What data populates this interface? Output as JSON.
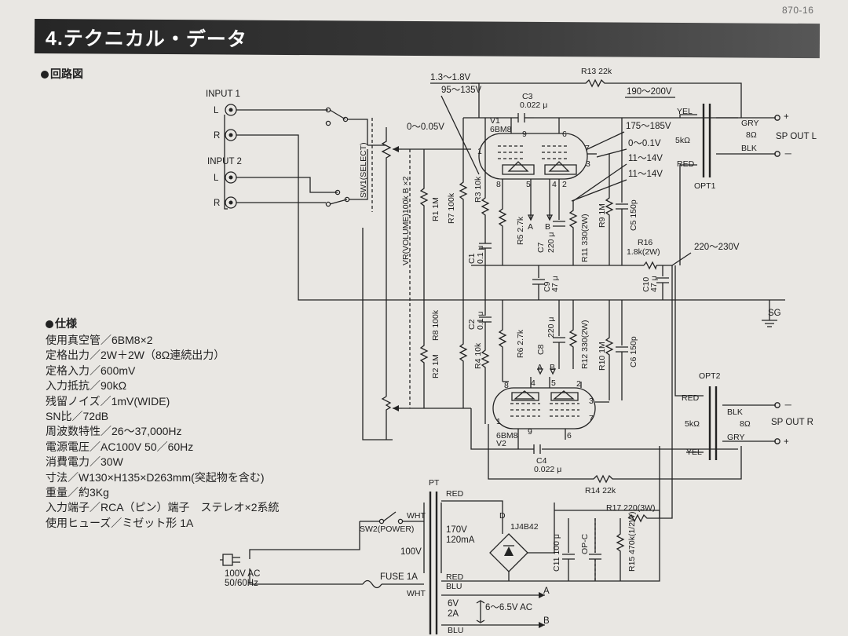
{
  "page_number": "870-16",
  "title": "4.テクニカル・データ",
  "circuit_heading": "回路図",
  "spec_heading": "仕様",
  "specs": [
    "使用真空管／6BM8×2",
    "定格出力／2W＋2W（8Ω連続出力）",
    "定格入力／600mV",
    "入力抵抗／90kΩ",
    "残留ノイズ／1mV(WIDE)",
    "SN比／72dB",
    "周波数特性／26～37,000Hz",
    "電源電圧／AC100V 50／60Hz",
    "消費電力／30W",
    "寸法／W130×H135×D263mm(突起物を含む)",
    "重量／約3Kg",
    "入力端子／RCA（ピン）端子　ステレオ×2系統",
    "使用ヒューズ／ミゼット形 1A"
  ],
  "schematic": {
    "input1": "INPUT 1",
    "input2": "INPUT 2",
    "in1_l": "L",
    "in1_r": "R",
    "in2_l": "L",
    "in2_r": "R",
    "sw1": "SW1(SELECT)",
    "vr": "VR(VOLUME)100k B ×2",
    "v_grid": "0～0.05V",
    "v_r3a": "1.3～1.8V",
    "v_r3b": "95～135V",
    "c3_name": "C3",
    "c3_val": "0.022 μ",
    "r13": "R13 22k",
    "v_top": "190～200V",
    "v1_name": "V1",
    "v1_type": "6BM8",
    "v1_pin9": "9",
    "v1_pin6": "6",
    "v1_pin7": "7",
    "v1_pin3": "3",
    "v1_pin8": "8",
    "v1_pin5": "5",
    "v1_pin4": "4",
    "v1_pin2": "2",
    "v_175": "175～185V",
    "v_0_01": "0～0.1V",
    "v_11_14a": "11～14V",
    "v_11_14b": "11～14V",
    "yel1": "YEL",
    "gry1": "GRY",
    "ohm8_1": "8Ω",
    "blk1": "BLK",
    "red1": "RED",
    "k5_1": "5kΩ",
    "opt1": "OPT1",
    "spout_l": "SP OUT L",
    "plus1": "+",
    "minus1": "－",
    "r1": "R1 1M",
    "r7": "R7 100k",
    "r3": "R3 10k",
    "r5": "R5 2.7k",
    "c7": "C7",
    "c7_val": "220 μ",
    "r11": "R11 330(2W)",
    "r9": "R9 1M",
    "c5": "C5 150p",
    "c1": "C1",
    "c1_val": "0.1 μ",
    "r16a": "R16",
    "r16b": "1.8k(2W)",
    "v_220": "220～230V",
    "c9": "C9",
    "c9_val": "47 μ",
    "c10": "C10",
    "c10_val": "47 μ",
    "ab_a1": "A",
    "ab_b1": "B",
    "sg": "SG",
    "r2": "R2 1M",
    "r8": "R8 100k",
    "r4": "R4 10k",
    "c2": "C2",
    "c2_val": "0.1 μ",
    "r6": "R6 2.7k",
    "c8": "C8",
    "c8_val": "220 μ",
    "r12": "R12 330(2W)",
    "r10": "R10 1M",
    "c6": "C6 150p",
    "ab_a2": "A",
    "ab_b2": "B",
    "v2_pin8": "8",
    "v2_pin4": "4",
    "v2_pin5": "5",
    "v2_pin2": "2",
    "v2_pin1": "1",
    "v2_pin3": "3",
    "v2_pin7": "7",
    "v2_pin9": "9",
    "v2_pin6": "6",
    "v1_pin1": "1",
    "v2_name": "V2",
    "v2_type": "6BM8",
    "c4_name": "C4",
    "c4_val": "0.022 μ",
    "r14": "R14 22k",
    "opt2": "OPT2",
    "red2": "RED",
    "k5_2": "5kΩ",
    "yel2": "YEL",
    "blk2": "BLK",
    "ohm8_2": "8Ω",
    "gry2": "GRY",
    "spout_r": "SP OUT R",
    "minus2": "－",
    "plus2": "+",
    "pt": "PT",
    "red_pt": "RED",
    "v170a": "170V",
    "v170b": "120mA",
    "wht1": "WHT",
    "sw2": "SW2(POWER)",
    "v100": "100V",
    "fuse": "FUSE 1A",
    "wht2": "WHT",
    "red_pt2": "RED",
    "blu1": "BLU",
    "ac_a": "100V AC",
    "ac_b": "50/60Hz",
    "d_name": "D",
    "d_type": "1J4B42",
    "r17": "R17  220(3W)",
    "c11": "C11 100 μ",
    "opc": "OP-C",
    "r15": "R15 470k(1/2W)",
    "v6a": "6V",
    "v6b": "2A",
    "v6_65": "6～6.5V AC",
    "blu2": "BLU",
    "heater_a": "A",
    "heater_b": "B"
  }
}
